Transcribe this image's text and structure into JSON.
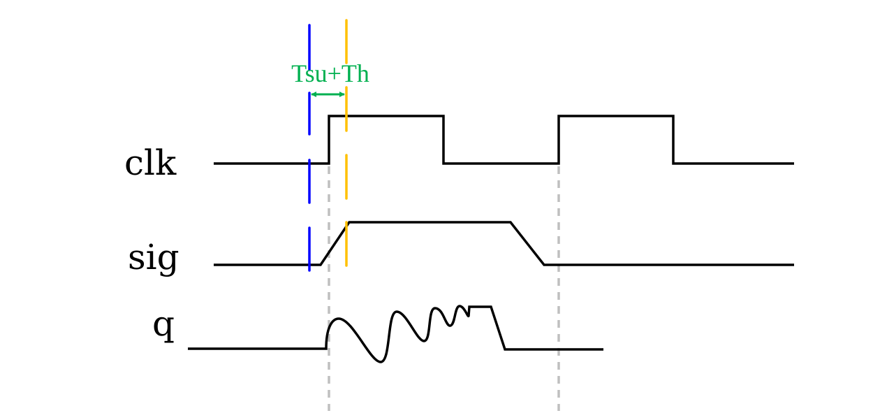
{
  "signals": [
    {
      "name": "clk"
    },
    {
      "name": "sig"
    },
    {
      "name": "q"
    }
  ],
  "annotation": {
    "label": "Tsu+Th",
    "color": "#00b050"
  },
  "colors": {
    "setup_marker": "#0000ff",
    "hold_marker": "#ffc000",
    "guide_lines": "#bfbfbf",
    "waveform": "#000000"
  }
}
